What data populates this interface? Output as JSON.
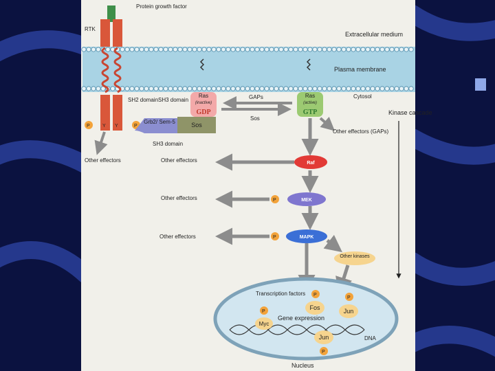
{
  "slide": {
    "background_color": "#0b1240",
    "swoosh_color": "#2a3f9a",
    "bullet_color": "#8fa8e8",
    "bullet_icon": "square-bullet-icon"
  },
  "diagram": {
    "paper_color": "#f1f0ea",
    "labels": {
      "ligand": "Protein growth factor",
      "rtk": "RTK",
      "extracellular": "Extracellular medium",
      "plasma_membrane": "Plasma membrane",
      "cytosol": "Cytosol",
      "kinase_cascade": "Kinase cascade",
      "sh2_domain": "SH2 domain",
      "sh3_domain": "SH3 domain",
      "sh3_domain_lower": "SH3 domain",
      "grb2": "Grb2/ Sem-5",
      "sos": "Sos",
      "ras_inactive": "Ras",
      "inactive_note": "(inactive)",
      "gdp": "GDP",
      "ras_active": "Ras",
      "active_note": "(active)",
      "gtp": "GTP",
      "gaps": "GAPs",
      "sos_arrow": "Sos",
      "other_effectors_rtk": "Other effectors",
      "other_effectors_gaps": "Other effectors (GAPs)",
      "other_effectors_raf": "Other effectors",
      "other_effectors_mek": "Other effectors",
      "other_effectors_mapk": "Other effectors",
      "raf": "Raf",
      "mek": "MEK",
      "mapk": "MAPK",
      "other_kinases": "Other kinases",
      "transcription_factors": "Transcription factors",
      "fos": "Fos",
      "jun_top": "Jun",
      "myc": "Myc",
      "jun_bottom": "Jun",
      "gene_expression": "Gene expression",
      "dna": "DNA",
      "nucleus": "Nucleus",
      "phospho": "P",
      "tyr": "Y"
    },
    "colors": {
      "rtk": "#d9573a",
      "ligand": "#3f8f4a",
      "ras_inactive": "#f3a9a9",
      "ras_active": "#9cca72",
      "grb2": "#8b8ed0",
      "sos": "#8f9468",
      "raf": "#e23a36",
      "mek": "#7f76cf",
      "mapk": "#3b6fd6",
      "phospho": "#f3a33a",
      "kinases": "#f6d48e",
      "nucleus_fill": "#d2e6f0",
      "nucleus_edge": "#7ea2b8",
      "membrane": "#a9d3e4",
      "arrow": "#8c8c8c"
    }
  }
}
